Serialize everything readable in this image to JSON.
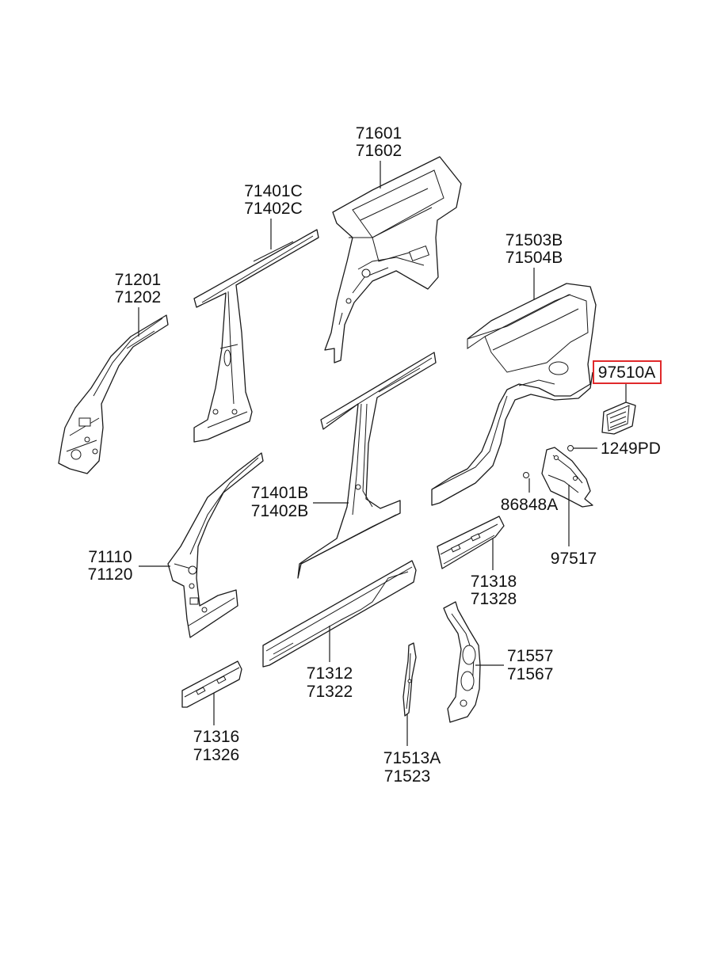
{
  "parts": [
    {
      "id": "p71601",
      "lines": [
        "71601",
        "71602"
      ]
    },
    {
      "id": "p71401C",
      "lines": [
        "71401C",
        "71402C"
      ]
    },
    {
      "id": "p71503B",
      "lines": [
        "71503B",
        "71504B"
      ]
    },
    {
      "id": "p71201",
      "lines": [
        "71201",
        "71202"
      ]
    },
    {
      "id": "p97510A",
      "lines": [
        "97510A"
      ],
      "highlighted": true
    },
    {
      "id": "p1249PD",
      "lines": [
        "1249PD"
      ]
    },
    {
      "id": "p86848A",
      "lines": [
        "86848A"
      ]
    },
    {
      "id": "p71401B",
      "lines": [
        "71401B",
        "71402B"
      ]
    },
    {
      "id": "p97517",
      "lines": [
        "97517"
      ]
    },
    {
      "id": "p71110",
      "lines": [
        "71110",
        "71120"
      ]
    },
    {
      "id": "p71318",
      "lines": [
        "71318",
        "71328"
      ]
    },
    {
      "id": "p71557",
      "lines": [
        "71557",
        "71567"
      ]
    },
    {
      "id": "p71312",
      "lines": [
        "71312",
        "71322"
      ]
    },
    {
      "id": "p71316",
      "lines": [
        "71316",
        "71326"
      ]
    },
    {
      "id": "p71513A",
      "lines": [
        "71513A",
        "71523"
      ]
    }
  ],
  "colors": {
    "highlight": "#e0292b",
    "ink": "#1a1a1a",
    "background": "#ffffff"
  }
}
